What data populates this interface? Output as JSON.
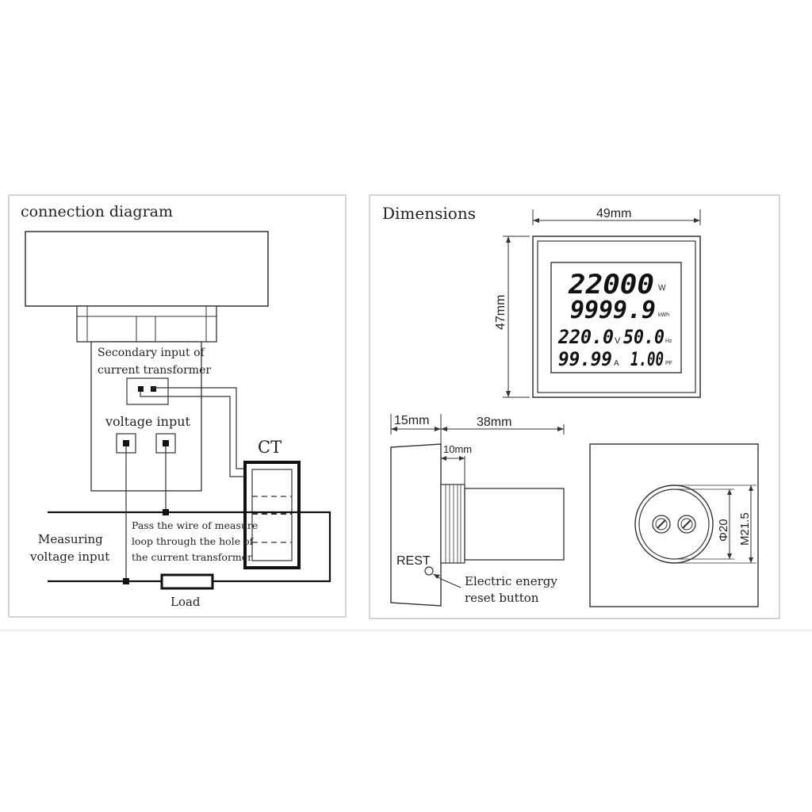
{
  "connection": {
    "title": "connection diagram",
    "secondary_label_1": "Secondary input of",
    "secondary_label_2": "current transformer",
    "voltage_label": "voltage input",
    "ct_label": "CT",
    "pass_1": "Pass the wire of measure",
    "pass_2": "loop through the hole of",
    "pass_3": "the current transformer",
    "measuring_1": "Measuring",
    "measuring_2": "voltage input",
    "load": "Load"
  },
  "dimensions": {
    "title": "Dimensions",
    "width": "49mm",
    "height": "47mm",
    "front_depth": "15mm",
    "body_depth": "38mm",
    "collar": "10mm",
    "rest": "REST",
    "reset_1": "Electric energy",
    "reset_2": "reset button",
    "phi": "Φ20",
    "thread": "M21.5"
  },
  "display": {
    "power": "22000",
    "power_unit": "W",
    "energy": "9999.9",
    "energy_unit": "kWh",
    "voltage": "220.0",
    "voltage_unit": "V",
    "freq": "50.0",
    "freq_unit": "Hz",
    "current": "99.99",
    "current_unit": "A",
    "pf": "1.00",
    "pf_unit": "PF"
  }
}
